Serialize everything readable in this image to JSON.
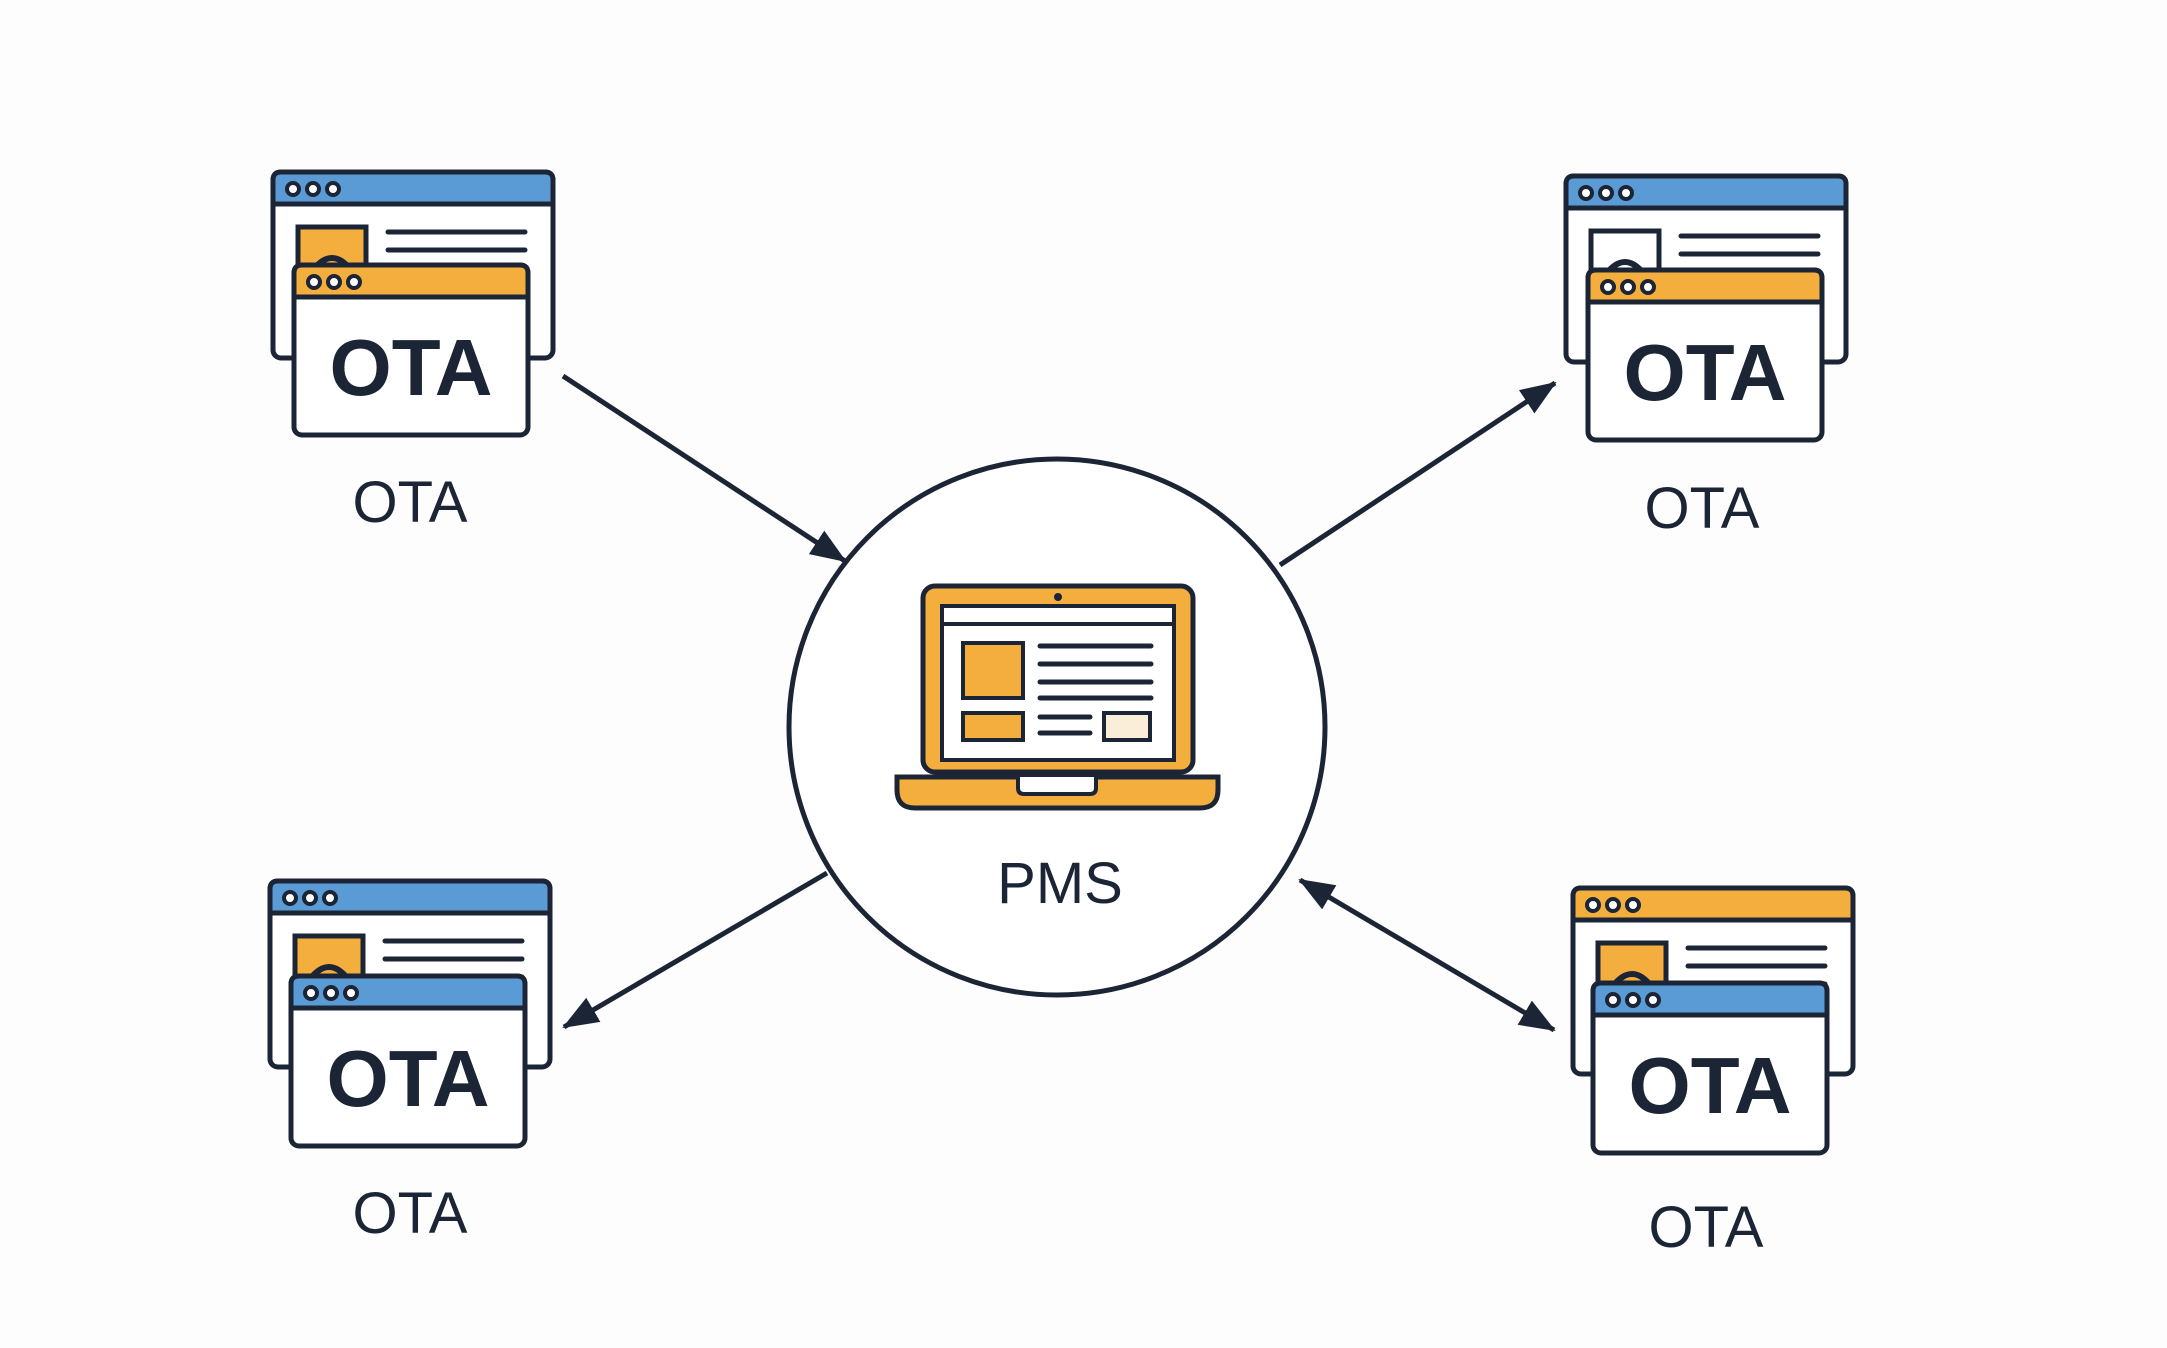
{
  "colors": {
    "ink": "#1c2536",
    "blue": "#5b9bd5",
    "orange": "#f4ae3d",
    "cream": "#fbeed8",
    "background": "#fdfdfd",
    "white": "#ffffff"
  },
  "hub": {
    "label": "PMS",
    "icon": "laptop-icon"
  },
  "nodes": [
    {
      "id": "top-left",
      "label": "OTA",
      "badge": "OTA",
      "back_window": "blue",
      "front_window": "orange",
      "back_image": "orange"
    },
    {
      "id": "top-right",
      "label": "OTA",
      "badge": "OTA",
      "back_window": "blue",
      "front_window": "orange",
      "back_image": "white"
    },
    {
      "id": "bottom-left",
      "label": "OTA",
      "badge": "OTA",
      "back_window": "blue",
      "front_window": "blue",
      "back_image": "orange"
    },
    {
      "id": "bottom-right",
      "label": "OTA",
      "badge": "OTA",
      "back_window": "orange",
      "front_window": "blue",
      "back_image": "orange"
    }
  ],
  "connections": [
    {
      "from": "top-left",
      "to": "hub",
      "direction": "to-hub"
    },
    {
      "from": "hub",
      "to": "top-right",
      "direction": "from-hub"
    },
    {
      "from": "hub",
      "to": "bottom-left",
      "direction": "from-hub"
    },
    {
      "from": "hub",
      "to": "bottom-right",
      "direction": "both"
    }
  ]
}
